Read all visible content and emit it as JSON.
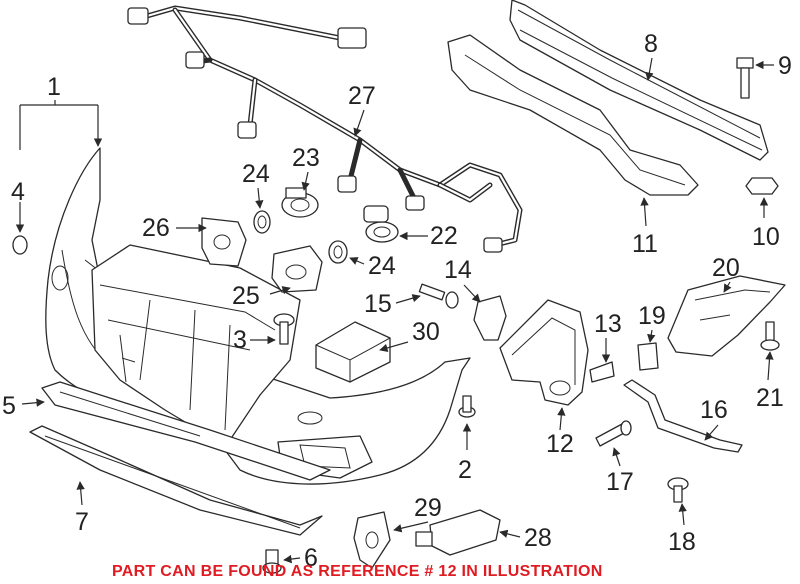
{
  "callouts": {
    "p1": "1",
    "p2": "2",
    "p3": "3",
    "p4": "4",
    "p5": "5",
    "p6": "6",
    "p7": "7",
    "p8": "8",
    "p9": "9",
    "p10": "10",
    "p11": "11",
    "p12": "12",
    "p13": "13",
    "p14": "14",
    "p15": "15",
    "p16": "16",
    "p17": "17",
    "p18": "18",
    "p19": "19",
    "p20": "20",
    "p21": "21",
    "p22": "22",
    "p23": "23",
    "p24a": "24",
    "p24b": "24",
    "p25": "25",
    "p26": "26",
    "p27": "27",
    "p28": "28",
    "p29": "29",
    "p30": "30"
  },
  "caption": "PART CAN BE FOUND AS REFERENCE # 12 IN ILLUSTRATION",
  "colors": {
    "caption": "#e01b22",
    "line": "#2a2a2a",
    "background": "#ffffff"
  }
}
